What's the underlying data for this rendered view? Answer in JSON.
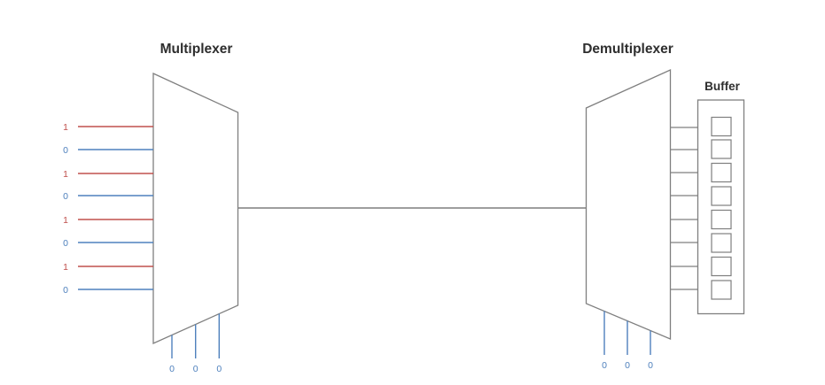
{
  "mux": {
    "title": "Multiplexer",
    "inputs": [
      {
        "bit": "1",
        "color": "#c0504d"
      },
      {
        "bit": "0",
        "color": "#4f81bd"
      },
      {
        "bit": "1",
        "color": "#c0504d"
      },
      {
        "bit": "0",
        "color": "#4f81bd"
      },
      {
        "bit": "1",
        "color": "#c0504d"
      },
      {
        "bit": "0",
        "color": "#4f81bd"
      },
      {
        "bit": "1",
        "color": "#c0504d"
      },
      {
        "bit": "0",
        "color": "#4f81bd"
      }
    ],
    "select_bits": [
      "0",
      "0",
      "0"
    ]
  },
  "demux": {
    "title": "Demultiplexer",
    "select_bits": [
      "0",
      "0",
      "0"
    ]
  },
  "buffer": {
    "title": "Buffer",
    "cell_count": "8"
  },
  "colors": {
    "outline": "#7f7f7f",
    "red_line": "#c0504d",
    "blue_line": "#4f81bd",
    "select_line": "#4f81bd",
    "title_text": "#2e2e2e"
  }
}
